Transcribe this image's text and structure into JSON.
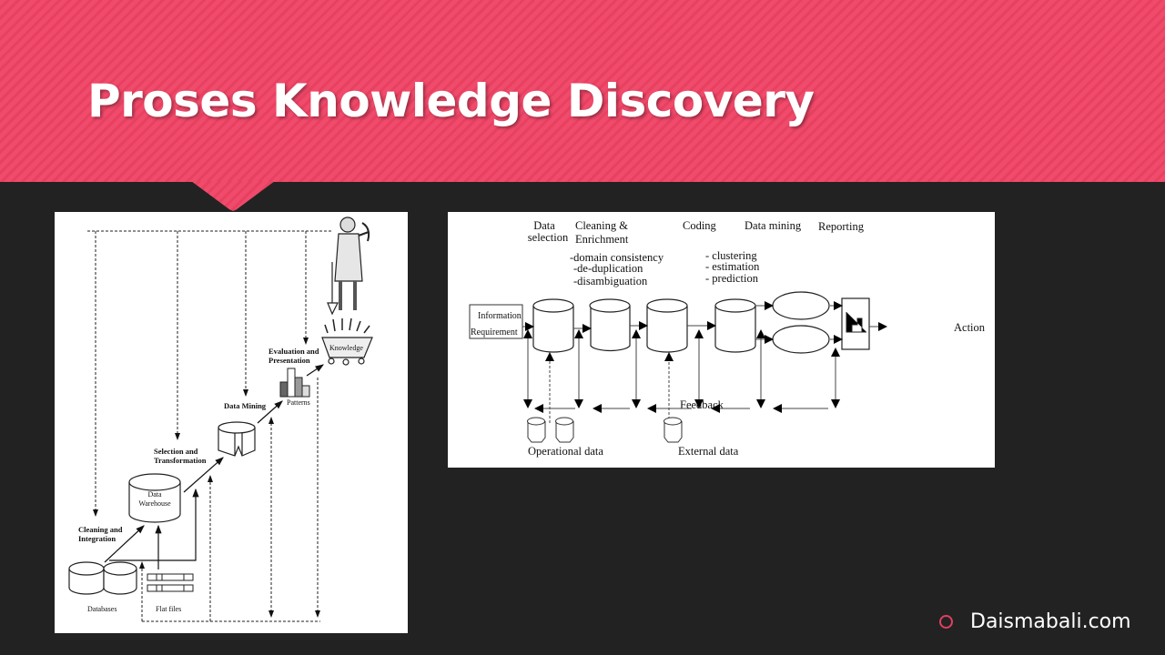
{
  "slide": {
    "title": "Proses Knowledge Discovery",
    "footer": "Daismabali.com",
    "accent_color": "#f04a6c",
    "background_color": "#222222"
  },
  "kdd_diagram": {
    "cleaning": [
      "Cleaning and",
      "Integration"
    ],
    "selection": [
      "Selection and",
      "Transformation"
    ],
    "mining": "Data Mining",
    "evaluation": [
      "Evaluation and",
      "Presentation"
    ],
    "patterns": "Patterns",
    "knowledge": "Knowledge",
    "warehouse": [
      "Data",
      "Warehouse"
    ],
    "databases": "Databases",
    "flat_files": "Flat files"
  },
  "process_diagram": {
    "stages": {
      "selection": [
        "Data",
        "selection"
      ],
      "cleaning": [
        "Cleaning &",
        "Enrichment"
      ],
      "coding": "Coding",
      "mining": "Data mining",
      "reporting": "Reporting"
    },
    "cleaning_items": [
      "-domain consistency",
      "-de-duplication",
      "-disambiguation"
    ],
    "mining_items": [
      "- clustering",
      "- estimation",
      "- prediction"
    ],
    "info_req": [
      "Information",
      "Requirement"
    ],
    "action": "Action",
    "feedback": "Feedback",
    "operational": "Operational data",
    "external": "External data"
  }
}
